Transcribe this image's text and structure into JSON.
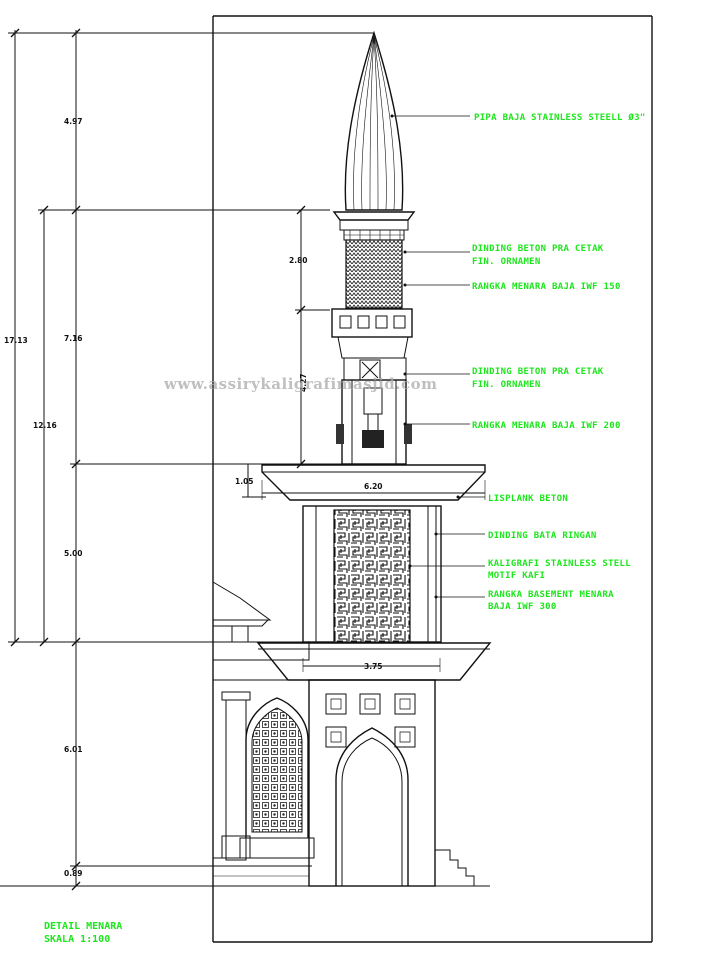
{
  "dimensions": {
    "total_height": "17.13",
    "shaft_height": "12.16",
    "spire": "4.97",
    "upper": "7.16",
    "lantern": "2.80",
    "lower_head": "4.27",
    "basement": "5.00",
    "base": "6.01",
    "plinth": "0.89",
    "lisplank_height": "1.05",
    "lisplank_width": "6.20",
    "tower_width": "3.75"
  },
  "annotations": {
    "spire_pipe": "PIPA BAJA STAINLESS STEELL Ø3\"",
    "wall_upper_1": "DINDING BETON PRA CETAK",
    "wall_upper_2": "FIN. ORNAMEN",
    "frame_150": "RANGKA MENARA BAJA IWF 150",
    "wall_mid_1": "DINDING BETON PRA CETAK",
    "wall_mid_2": "FIN. ORNAMEN",
    "frame_200": "RANGKA MENARA BAJA IWF 200",
    "lisplank": "LISPLANK BETON",
    "light_brick": "DINDING BATA RINGAN",
    "calligraphy_1": "KALIGRAFI STAINLESS STELL",
    "calligraphy_2": "MOTIF KAFI",
    "basement_frame_1": "RANGKA BASEMENT MENARA",
    "basement_frame_2": "BAJA IWF 300"
  },
  "drawing_title": {
    "line1": "DETAIL MENARA",
    "line2": "SKALA 1:100"
  },
  "watermark": "www.assirykaligrafimasjid.com",
  "colors": {
    "annotation": "#1ce61c",
    "linework": "#111111",
    "watermark": "#a9a9a9"
  }
}
